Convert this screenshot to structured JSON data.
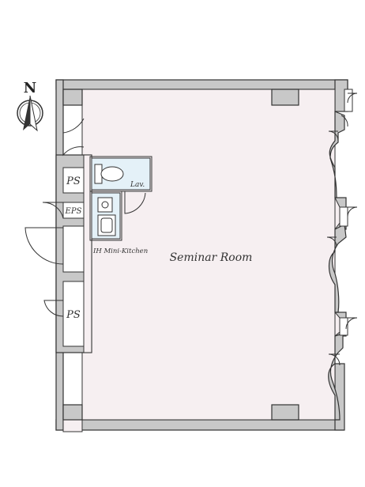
{
  "compass": {
    "label": "N"
  },
  "rooms": {
    "main": "Seminar Room",
    "kitchen": "IH Mini-Kitchen",
    "lavatory": "Lav.",
    "ps_upper": "PS",
    "eps": "EPS",
    "ps_lower": "PS"
  },
  "colors": {
    "wall": "#c8c8c8",
    "room_floor": "#f6eff1",
    "wet_area": "#e4f1f8",
    "line": "#333333"
  }
}
